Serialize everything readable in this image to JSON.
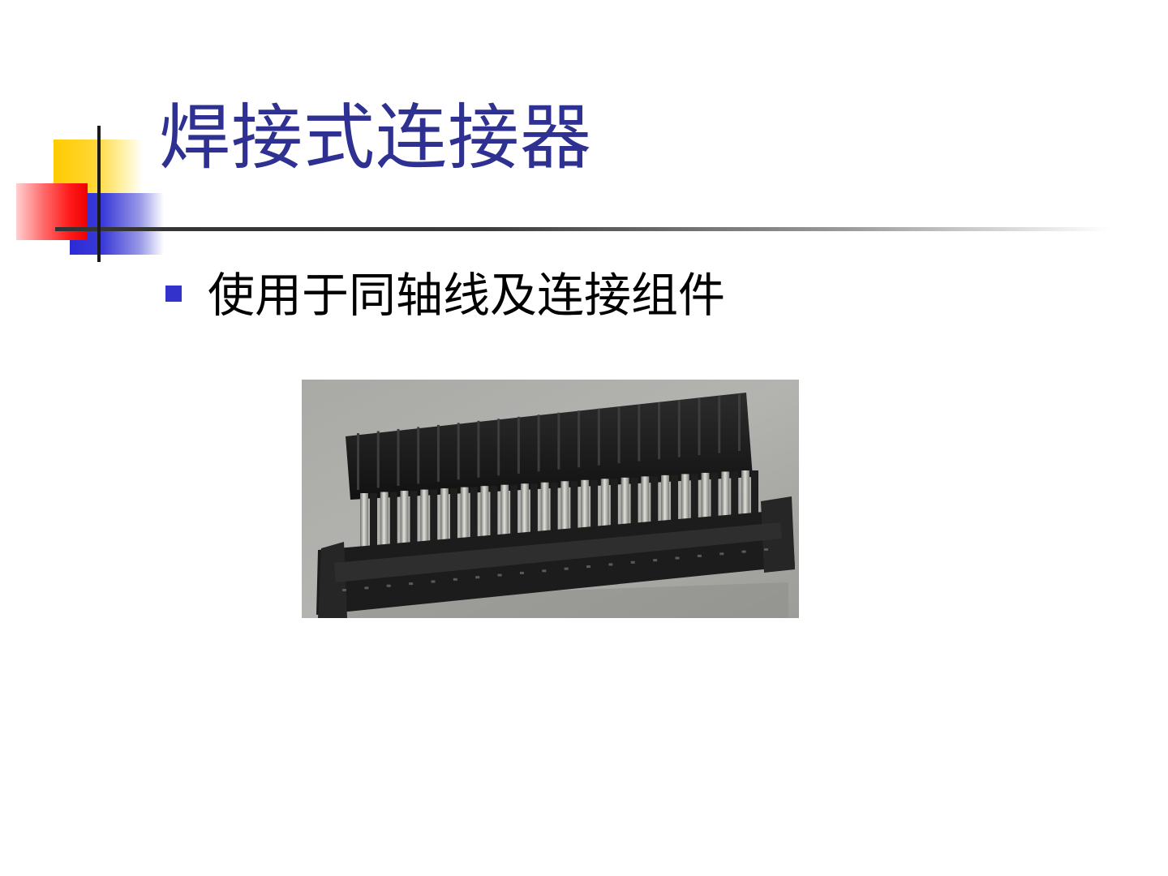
{
  "slide": {
    "title": "焊接式连接器",
    "bullets": [
      {
        "text": "使用于同轴线及连接组件"
      }
    ]
  },
  "icons": {
    "bullet": "square-bullet-icon",
    "photo": "connector-photo"
  },
  "colors": {
    "title": "#2e3192",
    "bullet": "#3333cc",
    "deco_yellow": "#ffcc00",
    "deco_red": "#ff1a1a",
    "deco_blue": "#2b2bd6"
  }
}
